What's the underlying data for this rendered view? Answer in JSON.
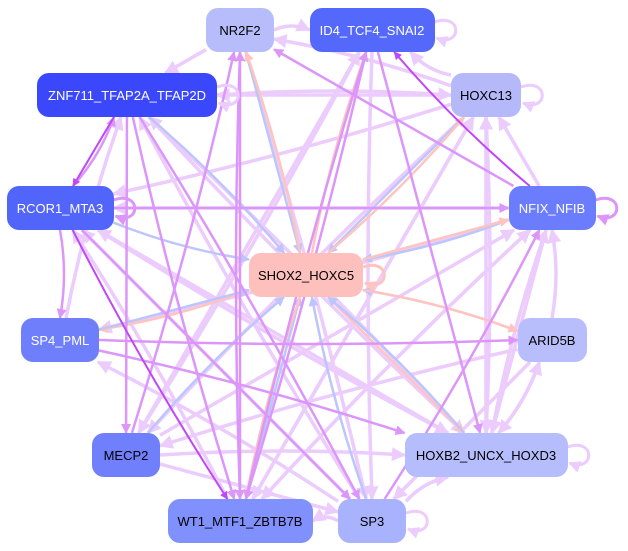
{
  "nodes": [
    {
      "id": "NR2F2",
      "label": "NR2F2",
      "color": "#b7bcfb",
      "text": "#000000"
    },
    {
      "id": "ID4",
      "label": "ID4_TCF4_SNAI2",
      "color": "#5468fc",
      "text": "#ffffff"
    },
    {
      "id": "ZNF711",
      "label": "ZNF711_TFAP2A_TFAP2D",
      "color": "#3a47fb",
      "text": "#ffffff"
    },
    {
      "id": "HOXC13",
      "label": "HOXC13",
      "color": "#b5b9fa",
      "text": "#000000"
    },
    {
      "id": "RCOR1",
      "label": "RCOR1_MTA3",
      "color": "#5265fb",
      "text": "#ffffff"
    },
    {
      "id": "NFIX",
      "label": "NFIX_NFIB",
      "color": "#6b7dfc",
      "text": "#ffffff"
    },
    {
      "id": "SHOX2",
      "label": "SHOX2_HOXC5",
      "color": "#fec0bd",
      "text": "#000000"
    },
    {
      "id": "SP4",
      "label": "SP4_PML",
      "color": "#6f7ffc",
      "text": "#ffffff"
    },
    {
      "id": "ARID5B",
      "label": "ARID5B",
      "color": "#b8befb",
      "text": "#000000"
    },
    {
      "id": "MECP2",
      "label": "MECP2",
      "color": "#7080fc",
      "text": "#000000"
    },
    {
      "id": "HOXB2",
      "label": "HOXB2_UNCX_HOXD3",
      "color": "#b5bdfc",
      "text": "#000000"
    },
    {
      "id": "WT1",
      "label": "WT1_MTF1_ZBTB7B",
      "color": "#8090fc",
      "text": "#000000"
    },
    {
      "id": "SP3",
      "label": "SP3",
      "color": "#a9b2fd",
      "text": "#000000"
    }
  ],
  "edge_colors": {
    "light": "#ebccfd",
    "mid": "#dc96f9",
    "strong": "#c046f8",
    "blue": "#bcc6fc",
    "pink": "#ffc4bf"
  },
  "edges": [
    [
      "NR2F2",
      "ID4",
      "light"
    ],
    [
      "NR2F2",
      "ZNF711",
      "light"
    ],
    [
      "HOXC13",
      "NR2F2",
      "light"
    ],
    [
      "HOXC13",
      "ID4",
      "light"
    ],
    [
      "NFIX",
      "ID4",
      "strong"
    ],
    [
      "NFIX",
      "NR2F2",
      "mid"
    ],
    [
      "ZNF711",
      "RCOR1",
      "strong"
    ],
    [
      "RCOR1",
      "ZNF711",
      "mid"
    ],
    [
      "ZNF711",
      "SHOX2",
      "blue"
    ],
    [
      "NR2F2",
      "SHOX2",
      "blue"
    ],
    [
      "SHOX2",
      "NR2F2",
      "pink"
    ],
    [
      "SHOX2",
      "ID4",
      "pink"
    ],
    [
      "HOXC13",
      "SHOX2",
      "blue"
    ],
    [
      "SHOX2",
      "HOXC13",
      "pink"
    ],
    [
      "NFIX",
      "SHOX2",
      "blue"
    ],
    [
      "SHOX2",
      "NFIX",
      "pink"
    ],
    [
      "RCOR1",
      "SHOX2",
      "blue"
    ],
    [
      "SHOX2",
      "SP4",
      "pink"
    ],
    [
      "SP4",
      "SHOX2",
      "blue"
    ],
    [
      "ARID5B",
      "SHOX2",
      "blue"
    ],
    [
      "SHOX2",
      "ARID5B",
      "pink"
    ],
    [
      "SHOX2",
      "HOXB2",
      "pink"
    ],
    [
      "HOXB2",
      "SHOX2",
      "blue"
    ],
    [
      "MECP2",
      "SHOX2",
      "blue"
    ],
    [
      "WT1",
      "SHOX2",
      "blue"
    ],
    [
      "SHOX2",
      "WT1",
      "pink"
    ],
    [
      "SP3",
      "SHOX2",
      "blue"
    ],
    [
      "RCOR1",
      "SP4",
      "mid"
    ],
    [
      "RCOR1",
      "NFIX",
      "mid"
    ],
    [
      "NFIX",
      "RCOR1",
      "light"
    ],
    [
      "SP4",
      "ARID5B",
      "mid"
    ],
    [
      "SP4",
      "HOXB2",
      "mid"
    ],
    [
      "ZNF711",
      "MECP2",
      "mid"
    ],
    [
      "ZNF711",
      "WT1",
      "mid"
    ],
    [
      "ZNF711",
      "SP3",
      "mid"
    ],
    [
      "ZNF711",
      "HOXB2",
      "light"
    ],
    [
      "ZNF711",
      "HOXC13",
      "light"
    ],
    [
      "HOXC13",
      "ZNF711",
      "light"
    ],
    [
      "RCOR1",
      "WT1",
      "strong"
    ],
    [
      "RCOR1",
      "SP3",
      "mid"
    ],
    [
      "RCOR1",
      "HOXB2",
      "light"
    ],
    [
      "NR2F2",
      "WT1",
      "mid"
    ],
    [
      "NR2F2",
      "SP3",
      "light"
    ],
    [
      "ID4",
      "WT1",
      "mid"
    ],
    [
      "ID4",
      "MECP2",
      "light"
    ],
    [
      "ID4",
      "SP3",
      "light"
    ],
    [
      "ID4",
      "HOXB2",
      "mid"
    ],
    [
      "HOXC13",
      "HOXB2",
      "light"
    ],
    [
      "HOXC13",
      "WT1",
      "light"
    ],
    [
      "HOXC13",
      "MECP2",
      "light"
    ],
    [
      "HOXC13",
      "RCOR1",
      "light"
    ],
    [
      "NFIX",
      "HOXB2",
      "light"
    ],
    [
      "NFIX",
      "WT1",
      "light"
    ],
    [
      "NFIX",
      "SP4",
      "light"
    ],
    [
      "NFIX",
      "HOXC13",
      "light"
    ],
    [
      "ARID5B",
      "NFIX",
      "light"
    ],
    [
      "ARID5B",
      "HOXB2",
      "light"
    ],
    [
      "ARID5B",
      "SP3",
      "light"
    ],
    [
      "ARID5B",
      "MECP2",
      "light"
    ],
    [
      "MECP2",
      "HOXB2",
      "light"
    ],
    [
      "MECP2",
      "SP3",
      "light"
    ],
    [
      "MECP2",
      "ID4",
      "light"
    ],
    [
      "MECP2",
      "NR2F2",
      "mid"
    ],
    [
      "WT1",
      "ID4",
      "mid"
    ],
    [
      "WT1",
      "NFIX",
      "light"
    ],
    [
      "WT1",
      "HOXC13",
      "light"
    ],
    [
      "WT1",
      "NR2F2",
      "mid"
    ],
    [
      "SP3",
      "WT1",
      "light"
    ],
    [
      "SP3",
      "HOXB2",
      "light"
    ],
    [
      "SP3",
      "NFIX",
      "mid"
    ],
    [
      "SP3",
      "RCOR1",
      "light"
    ],
    [
      "SP3",
      "SP4",
      "light"
    ],
    [
      "SP3",
      "ZNF711",
      "light"
    ],
    [
      "HOXB2",
      "RCOR1",
      "light"
    ],
    [
      "HOXB2",
      "ZNF711",
      "light"
    ],
    [
      "HOXB2",
      "NFIX",
      "light"
    ],
    [
      "HOXB2",
      "HOXC13",
      "light"
    ],
    [
      "WT1",
      "RCOR1",
      "light"
    ],
    [
      "SP4",
      "ZNF711",
      "light"
    ],
    [
      "MECP2",
      "NFIX",
      "light"
    ],
    [
      "HOXB2",
      "ARID5B",
      "light"
    ]
  ],
  "self_loops": [
    "ID4",
    "HOXC13",
    "RCOR1",
    "NFIX",
    "SHOX2",
    "HOXB2",
    "SP3",
    "ZNF711"
  ]
}
